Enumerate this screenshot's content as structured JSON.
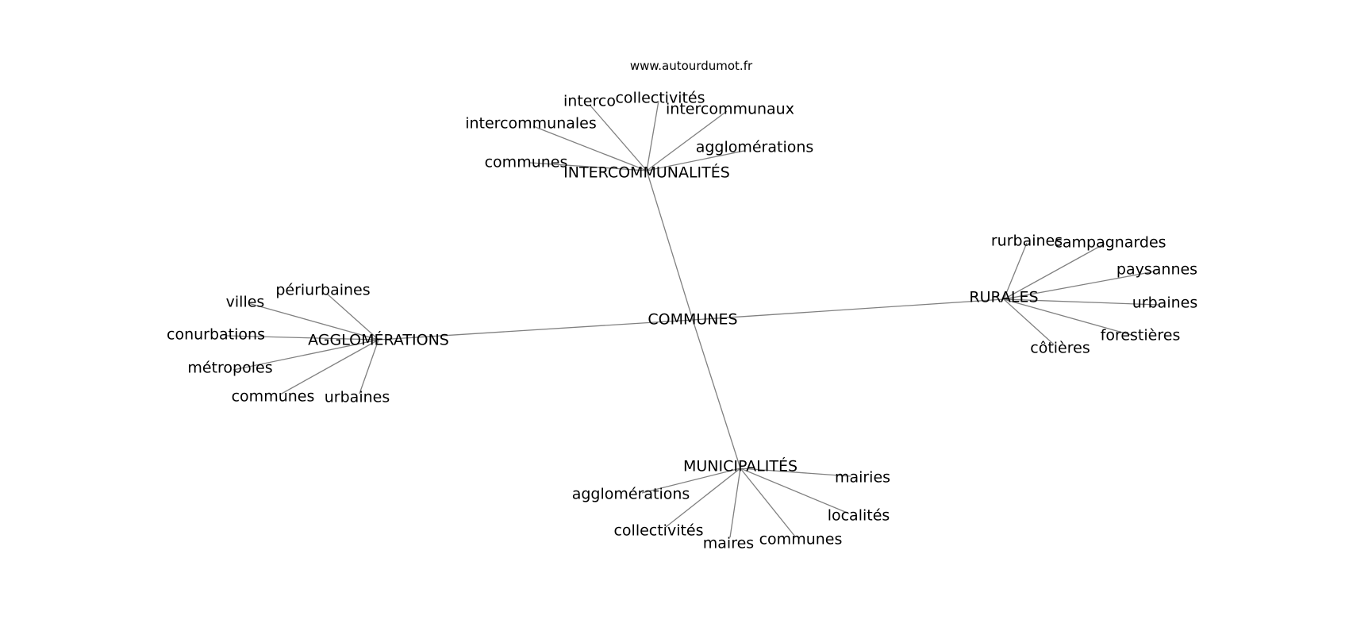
{
  "source": "www.autourdumot.fr",
  "graph": {
    "root": "COMMUNES",
    "hubs": [
      {
        "label": "INTERCOMMUNALITÉS",
        "children": [
          "interco",
          "collectivités",
          "intercommunaux",
          "intercommunales",
          "agglomérations",
          "communes"
        ]
      },
      {
        "label": "RURALES",
        "children": [
          "rurbaines",
          "campagnardes",
          "paysannes",
          "urbaines",
          "forestières",
          "côtières"
        ]
      },
      {
        "label": "AGGLOMÉRATIONS",
        "children": [
          "périurbaines",
          "villes",
          "conurbations",
          "métropoles",
          "communes",
          "urbaines"
        ]
      },
      {
        "label": "MUNICIPALITÉS",
        "children": [
          "mairies",
          "agglomérations",
          "localités",
          "collectivités",
          "maires",
          "communes"
        ]
      }
    ]
  }
}
